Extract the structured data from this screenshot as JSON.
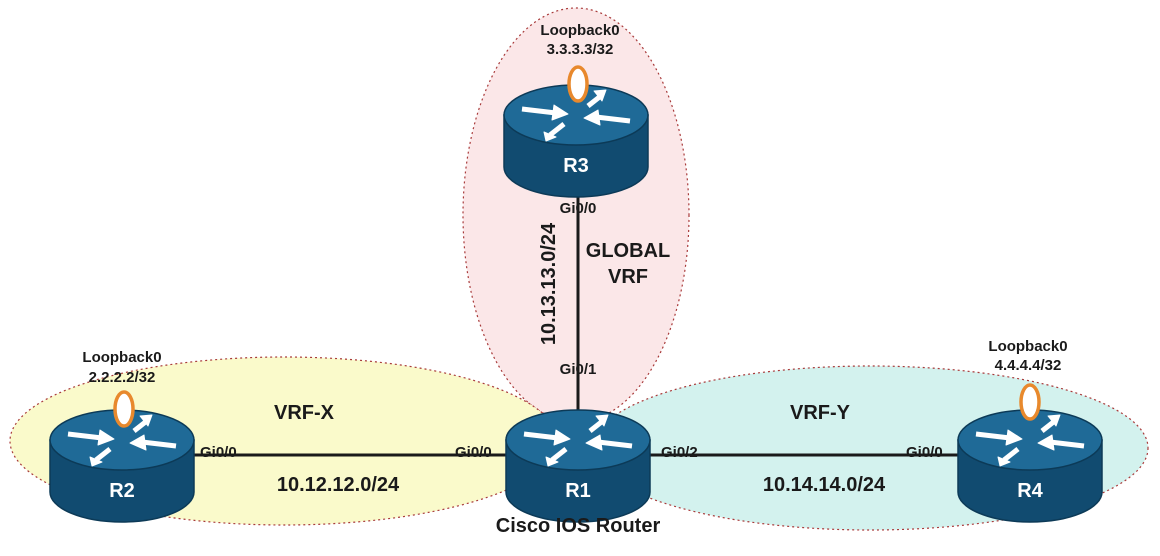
{
  "zones": {
    "global": {
      "line1": "GLOBAL",
      "line2": "VRF",
      "fill": "#fbe7e8",
      "stroke": "#a83a3a"
    },
    "vrf_x": {
      "label": "VRF-X",
      "fill": "#fafacb",
      "stroke": "#a83a3a"
    },
    "vrf_y": {
      "label": "VRF-Y",
      "fill": "#d3f2ee",
      "stroke": "#a83a3a"
    }
  },
  "routers": {
    "r1": {
      "name": "R1",
      "caption": "Cisco IOS Router"
    },
    "r2": {
      "name": "R2",
      "loopback_name": "Loopback0",
      "loopback_ip": "2.2.2.2/32"
    },
    "r3": {
      "name": "R3",
      "loopback_name": "Loopback0",
      "loopback_ip": "3.3.3.3/32"
    },
    "r4": {
      "name": "R4",
      "loopback_name": "Loopback0",
      "loopback_ip": "4.4.4.4/32"
    }
  },
  "links": {
    "r1_r3": {
      "subnet": "10.13.13.0/24",
      "r3_if": "Gi0/0",
      "r1_if": "Gi0/1"
    },
    "r1_r2": {
      "subnet": "10.12.12.0/24",
      "r2_if": "Gi0/0",
      "r1_if": "Gi0/0"
    },
    "r1_r4": {
      "subnet": "10.14.14.0/24",
      "r1_if": "Gi0/2",
      "r4_if": "Gi0/0"
    }
  },
  "colors": {
    "router_top": "#1f6a97",
    "router_side": "#114b70",
    "router_edge": "#0c3a57",
    "link": "#1a1a1a",
    "loopback": "#e8892d"
  }
}
